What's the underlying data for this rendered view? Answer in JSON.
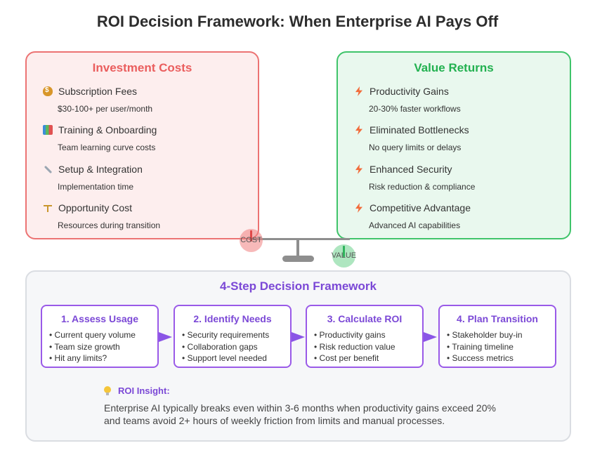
{
  "title": "ROI Decision Framework: When Enterprise AI Pays Off",
  "costs": {
    "title": "Investment Costs",
    "items": [
      {
        "icon": "money-bag-icon",
        "label": "Subscription Fees",
        "sub": "$30-100+ per user/month"
      },
      {
        "icon": "books-icon",
        "label": "Training & Onboarding",
        "sub": "Team learning curve costs"
      },
      {
        "icon": "wrench-icon",
        "label": "Setup & Integration",
        "sub": "Implementation time"
      },
      {
        "icon": "scale-icon",
        "label": "Opportunity Cost",
        "sub": "Resources during transition"
      }
    ]
  },
  "returns": {
    "title": "Value Returns",
    "items": [
      {
        "icon": "lightning-icon",
        "label": "Productivity Gains",
        "sub": "20-30% faster workflows"
      },
      {
        "icon": "lightning-icon",
        "label": "Eliminated Bottlenecks",
        "sub": "No query limits or delays"
      },
      {
        "icon": "lightning-icon",
        "label": "Enhanced Security",
        "sub": "Risk reduction & compliance"
      },
      {
        "icon": "lightning-icon",
        "label": "Competitive Advantage",
        "sub": "Advanced AI capabilities"
      }
    ]
  },
  "balance": {
    "cost_label": "COST",
    "value_label": "VALUE"
  },
  "framework": {
    "title": "4-Step Decision Framework",
    "steps": [
      {
        "title": "1. Assess Usage",
        "bullets": [
          "Current query volume",
          "Team size growth",
          "Hit any limits?"
        ]
      },
      {
        "title": "2. Identify Needs",
        "bullets": [
          "Security requirements",
          "Collaboration gaps",
          "Support level needed"
        ]
      },
      {
        "title": "3. Calculate ROI",
        "bullets": [
          "Productivity gains",
          "Risk reduction value",
          "Cost per benefit"
        ]
      },
      {
        "title": "4. Plan Transition",
        "bullets": [
          "Stakeholder buy-in",
          "Training timeline",
          "Success metrics"
        ]
      }
    ],
    "insight": {
      "title": "ROI Insight:",
      "line1": "Enterprise AI typically breaks even within 3-6 months when productivity gains exceed 20%",
      "line2": "and teams avoid 2+ hours of weekly friction from limits and manual processes."
    }
  },
  "colors": {
    "cost_accent": "#ea5e5e",
    "value_accent": "#22b150",
    "framework_accent": "#7b48d6"
  }
}
